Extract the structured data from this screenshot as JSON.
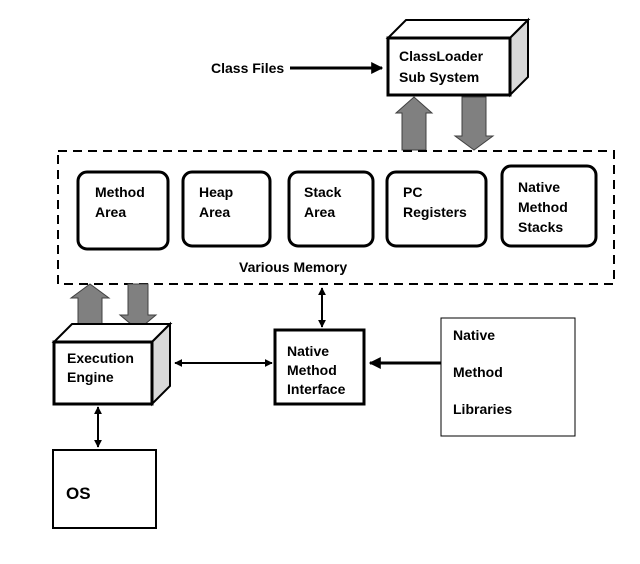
{
  "labels": {
    "class_files": "Class Files",
    "classloader": [
      "ClassLoader",
      "Sub System"
    ],
    "memory_areas": [
      [
        "Method",
        "Area"
      ],
      [
        "Heap",
        "Area"
      ],
      [
        "Stack",
        "Area"
      ],
      [
        "PC",
        "Registers"
      ],
      [
        "Native",
        "Method",
        "Stacks"
      ]
    ],
    "various_memory": "Various Memory",
    "execution_engine": [
      "Execution",
      "Engine"
    ],
    "native_method_interface": [
      "Native",
      "Method",
      "Interface"
    ],
    "native_method_libraries": [
      "Native",
      "Method",
      "Libraries"
    ],
    "os": "OS"
  },
  "colors": {
    "stroke": "#000000",
    "cube_side": "#d9d9d9",
    "block_arrow_fill": "#808080",
    "block_arrow_stroke": "#404040",
    "background": "#ffffff"
  }
}
